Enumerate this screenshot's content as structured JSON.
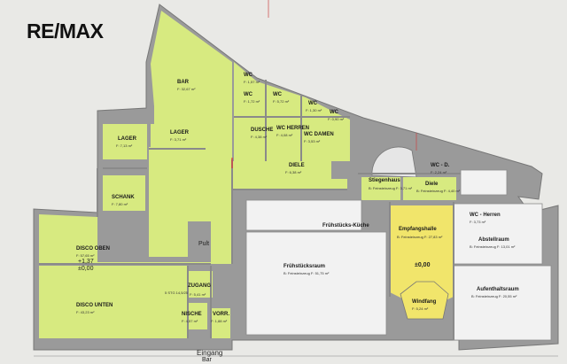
{
  "brand": "RE/MAX",
  "rooms": [
    {
      "id": "bar",
      "name": "BAR",
      "area": "F: 32,67 m²"
    },
    {
      "id": "lager1",
      "name": "LAGER",
      "area": "F: 7,13 m²"
    },
    {
      "id": "lager2",
      "name": "LAGER",
      "area": "F: 3,71 m²"
    },
    {
      "id": "schank",
      "name": "SCHANK",
      "area": "F: 7,80 m²"
    },
    {
      "id": "disco_oben",
      "name": "DISCO OBEN",
      "area": "F: 57,65 m²"
    },
    {
      "id": "disco_unten",
      "name": "DISCO UNTEN",
      "area": "F: 43,23 m²"
    },
    {
      "id": "zugang",
      "name": "ZUGANG",
      "area": "F: 5,41 m²"
    },
    {
      "id": "nische",
      "name": "NISCHE",
      "area": "F: 4,57 m²"
    },
    {
      "id": "vorr",
      "name": "VORR.",
      "area": "F: 1,88 m²"
    },
    {
      "id": "wc1",
      "name": "WC",
      "area": "F: 1,57 m²"
    },
    {
      "id": "wc2",
      "name": "WC",
      "area": "F: 5,72 m²"
    },
    {
      "id": "wc3",
      "name": "WC",
      "area": "F: 1,72 m²"
    },
    {
      "id": "wc4",
      "name": "WC",
      "area": "F: 1,30 m²"
    },
    {
      "id": "wc5",
      "name": "WC",
      "area": "F: 0,90 m²"
    },
    {
      "id": "dusche",
      "name": "DUSCHE",
      "area": "F: 4,38 m²"
    },
    {
      "id": "wc_herren",
      "name": "WC HERREN",
      "area": "F: 4,08 m²"
    },
    {
      "id": "wc_damen",
      "name": "WC DAMEN",
      "area": "F: 3,53 m²"
    },
    {
      "id": "diele1",
      "name": "DIELE",
      "area": "F: 6,38 m²"
    },
    {
      "id": "stiegenhaus",
      "name": "Stiegenhaus",
      "area": "B: Feinsteinzeug  F: 3,71 m²"
    },
    {
      "id": "diele2",
      "name": "Diele",
      "area": "B: Feinsteinzeug  F: 4,40 m²"
    },
    {
      "id": "wc_d",
      "name": "WC - D.",
      "area": "F: 2,24 m²"
    },
    {
      "id": "wc_herren2",
      "name": "WC - Herren",
      "area": "F: 3,73 m²"
    },
    {
      "id": "abstellraum",
      "name": "Abstellraum",
      "area": "B: Feinsteinzeug  F: 13,01 m²"
    },
    {
      "id": "empfangshalle",
      "name": "Empfangshalle",
      "area": "B: Feinsteinzeug  F: 27,83 m²"
    },
    {
      "id": "fruehstuecksraum",
      "name": "Frühstücksraum",
      "area": "B: Feinsteinzeug  F: 51,75 m²"
    },
    {
      "id": "fruehstuecks_kueche",
      "name": "Frühstücks-Küche",
      "area": ""
    },
    {
      "id": "windfang",
      "name": "Windfang",
      "area": "F: 5,24 m²"
    },
    {
      "id": "aufenthaltsraum",
      "name": "Aufenthaltsraum",
      "area": "B: Feinsteinzeug  F: 20,55 m²"
    }
  ],
  "labels": {
    "pult": "Pult",
    "level_disco": "+1,37",
    "level_disco_zero": "±0,00",
    "level_hall": "±0,00",
    "eingang": "Eingang",
    "eingang2": "Bar",
    "stufen": "5 STG 14,5/25"
  },
  "colors": {
    "room_fill": "#d7ea80",
    "room_fill_dark": "#c8e06a",
    "hall_fill": "#f1e56b",
    "wall": "#8f8f8f",
    "background": "#e9e9e6"
  }
}
